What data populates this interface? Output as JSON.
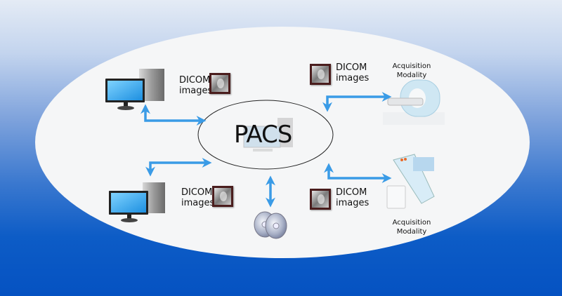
{
  "diagram": {
    "title": "PACS",
    "nodes": [
      {
        "id": "workstation-top",
        "type": "computer",
        "label": "DICOM images"
      },
      {
        "id": "workstation-bottom",
        "type": "computer",
        "label": "DICOM images"
      },
      {
        "id": "modality-top",
        "type": "mri-scanner",
        "label": "Acquisition Modality",
        "images_label": "DICOM images"
      },
      {
        "id": "modality-bottom",
        "type": "x-ray-system",
        "label": "Acquisition Modality",
        "images_label": "DICOM images"
      },
      {
        "id": "storage",
        "type": "optical-discs",
        "label": ""
      }
    ],
    "edges": [
      {
        "from": "workstation-top",
        "to": "PACS",
        "bidirectional": true
      },
      {
        "from": "workstation-bottom",
        "to": "PACS",
        "bidirectional": true
      },
      {
        "from": "modality-top",
        "to": "PACS",
        "bidirectional": true
      },
      {
        "from": "modality-bottom",
        "to": "PACS",
        "bidirectional": true
      },
      {
        "from": "storage",
        "to": "PACS",
        "bidirectional": true
      }
    ],
    "labels": {
      "dicom_line1": "DICOM",
      "dicom_line2": "images",
      "acq_line1": "Acquisition",
      "acq_line2": "Modality"
    },
    "colors": {
      "arrow": "#3a9be6",
      "background_top": "#e4ebf5",
      "background_bottom": "#0552c2",
      "ellipse_fill": "#f5f6f7"
    }
  }
}
